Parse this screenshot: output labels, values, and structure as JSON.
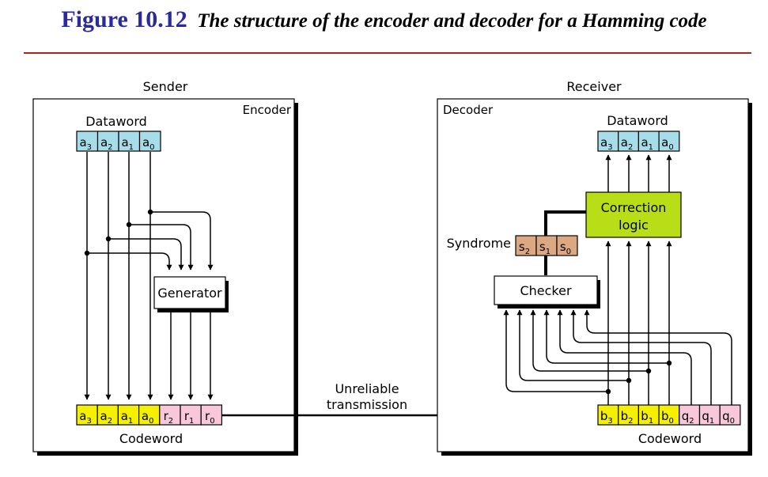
{
  "title": {
    "label": "Figure 10.12",
    "caption": "The structure of the encoder and decoder for a Hamming code"
  },
  "sender": {
    "label": "Sender",
    "box_label": "Encoder",
    "dataword_label": "Dataword",
    "dataword_bits": [
      {
        "letter": "a",
        "sub": "3"
      },
      {
        "letter": "a",
        "sub": "2"
      },
      {
        "letter": "a",
        "sub": "1"
      },
      {
        "letter": "a",
        "sub": "0"
      }
    ],
    "generator_label": "Generator",
    "codeword_label": "Codeword",
    "codeword_bits": [
      {
        "letter": "a",
        "sub": "3"
      },
      {
        "letter": "a",
        "sub": "2"
      },
      {
        "letter": "a",
        "sub": "1"
      },
      {
        "letter": "a",
        "sub": "0"
      },
      {
        "letter": "r",
        "sub": "2"
      },
      {
        "letter": "r",
        "sub": "1"
      },
      {
        "letter": "r",
        "sub": "0"
      }
    ]
  },
  "channel": {
    "label_line1": "Unreliable",
    "label_line2": "transmission"
  },
  "receiver": {
    "label": "Receiver",
    "box_label": "Decoder",
    "dataword_label": "Dataword",
    "dataword_bits": [
      {
        "letter": "a",
        "sub": "3"
      },
      {
        "letter": "a",
        "sub": "2"
      },
      {
        "letter": "a",
        "sub": "1"
      },
      {
        "letter": "a",
        "sub": "0"
      }
    ],
    "correction_line1": "Correction",
    "correction_line2": "logic",
    "syndrome_label": "Syndrome",
    "syndrome_bits": [
      {
        "letter": "s",
        "sub": "2"
      },
      {
        "letter": "s",
        "sub": "1"
      },
      {
        "letter": "s",
        "sub": "0"
      }
    ],
    "checker_label": "Checker",
    "codeword_label": "Codeword",
    "codeword_bits": [
      {
        "letter": "b",
        "sub": "3"
      },
      {
        "letter": "b",
        "sub": "2"
      },
      {
        "letter": "b",
        "sub": "1"
      },
      {
        "letter": "b",
        "sub": "0"
      },
      {
        "letter": "q",
        "sub": "2"
      },
      {
        "letter": "q",
        "sub": "1"
      },
      {
        "letter": "q",
        "sub": "0"
      }
    ]
  },
  "colors": {
    "dataword_fill": "#a6dde9",
    "codeword_data_fill": "#f4f000",
    "codeword_redundant_fill": "#f8c7da",
    "syndrome_fill": "#dca882",
    "correction_fill": "#b9de17",
    "title_blue": "#2a2a9e",
    "rule_red": "#b1231d"
  }
}
